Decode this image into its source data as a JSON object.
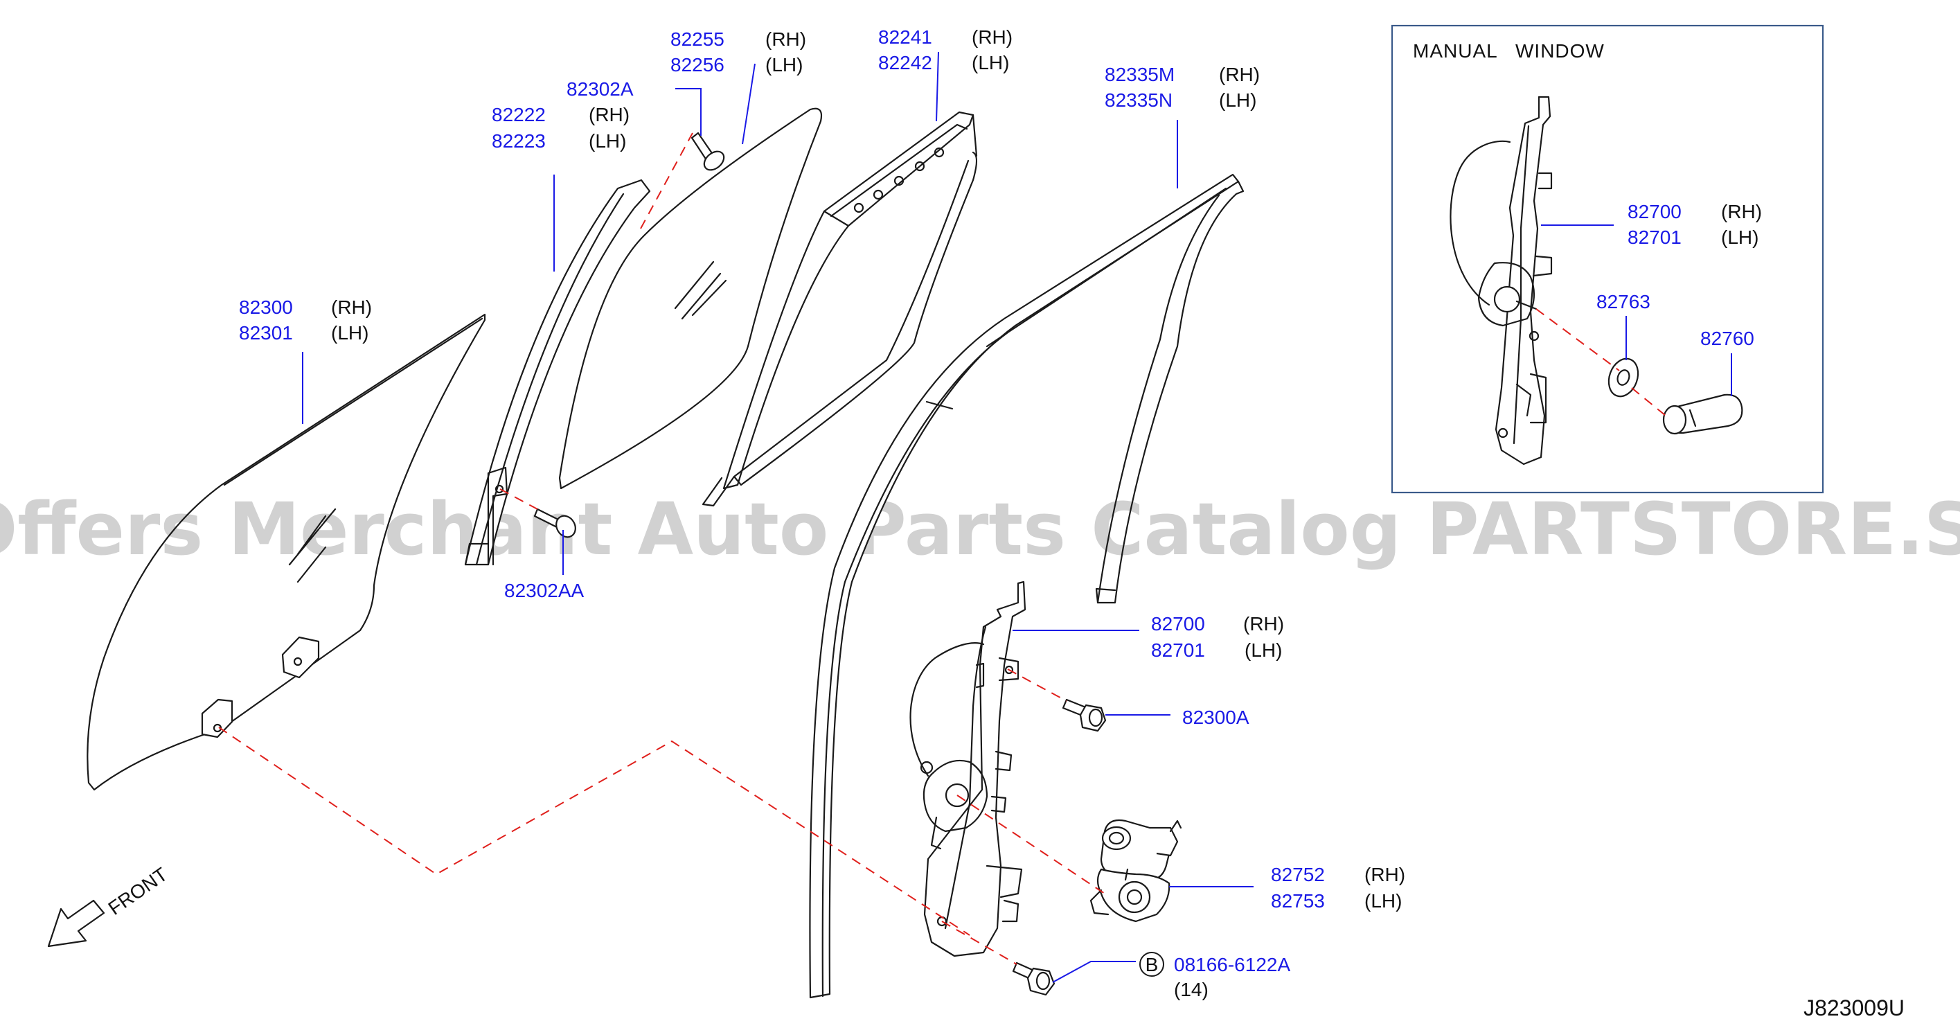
{
  "diagram": {
    "watermark": "Offers Merchant Auto Parts Catalog PARTSTORE.SA",
    "diagram_code": "J823009U",
    "front_label": "FRONT",
    "inset_title": "MANUAL   WINDOW",
    "callout_symbol": "B",
    "labels": {
      "p82255": "82255",
      "p82256": "82256",
      "p82241": "82241",
      "p82242": "82242",
      "p82335m": "82335M",
      "p82335n": "82335N",
      "p82302a": "82302A",
      "p82222": "82222",
      "p82223": "82223",
      "p82300": "82300",
      "p82301": "82301",
      "p82302aa": "82302AA",
      "p82700": "82700",
      "p82701": "82701",
      "p82300a": "82300A",
      "p82752": "82752",
      "p82753": "82753",
      "p08166": "08166-6122A",
      "qty14": "(14)",
      "inset_p82700": "82700",
      "inset_p82701": "82701",
      "inset_p82763": "82763",
      "inset_p82760": "82760",
      "rh": "(RH)",
      "lh": "(LH)"
    }
  }
}
